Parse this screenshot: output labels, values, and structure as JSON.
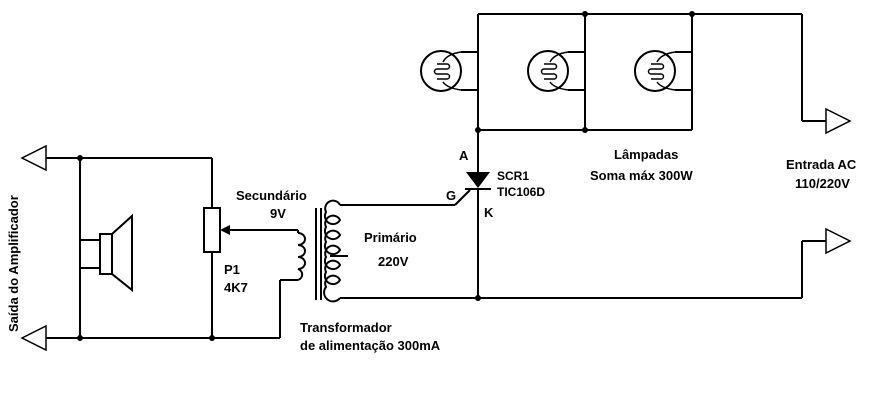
{
  "diagram": {
    "labels": {
      "secondary_title": "Secundário",
      "secondary_voltage": "9V",
      "primary_title": "Primário",
      "primary_voltage": "220V",
      "pot_name": "P1",
      "pot_value": "4K7",
      "transformer_line1": "Transformador",
      "transformer_line2": "de alimentação 300mA",
      "scr_name": "SCR1",
      "scr_part": "TIC106D",
      "anode": "A",
      "gate": "G",
      "cathode": "K",
      "lamps_title": "Lâmpadas",
      "lamps_max": "Soma máx  300W",
      "ac_input_title": "Entrada AC",
      "ac_input_voltage": "110/220V",
      "amp_output": "Saída do Amplificador"
    }
  }
}
